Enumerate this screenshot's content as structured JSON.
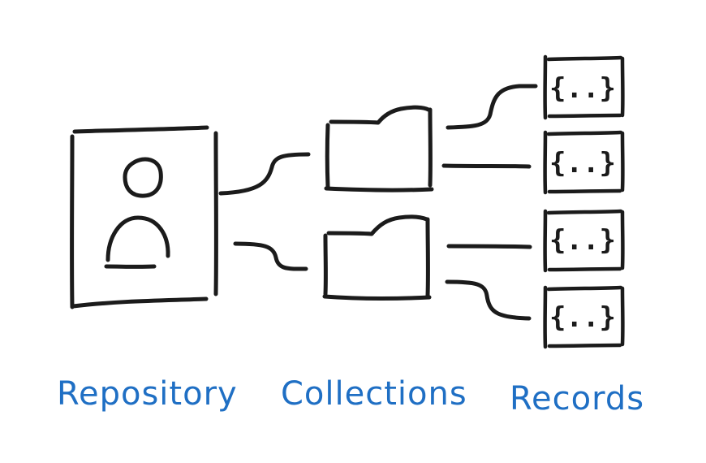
{
  "labels": {
    "repository": "Repository",
    "collections": "Collections",
    "records": "Records"
  },
  "record_glyph": "{..}",
  "colors": {
    "ink": "#1b1b1b",
    "label": "#1f6fc4",
    "background": "#ffffff"
  },
  "icons": {
    "repository": "user-profile-icon",
    "collection": "folder-icon",
    "record": "json-braces-icon"
  }
}
